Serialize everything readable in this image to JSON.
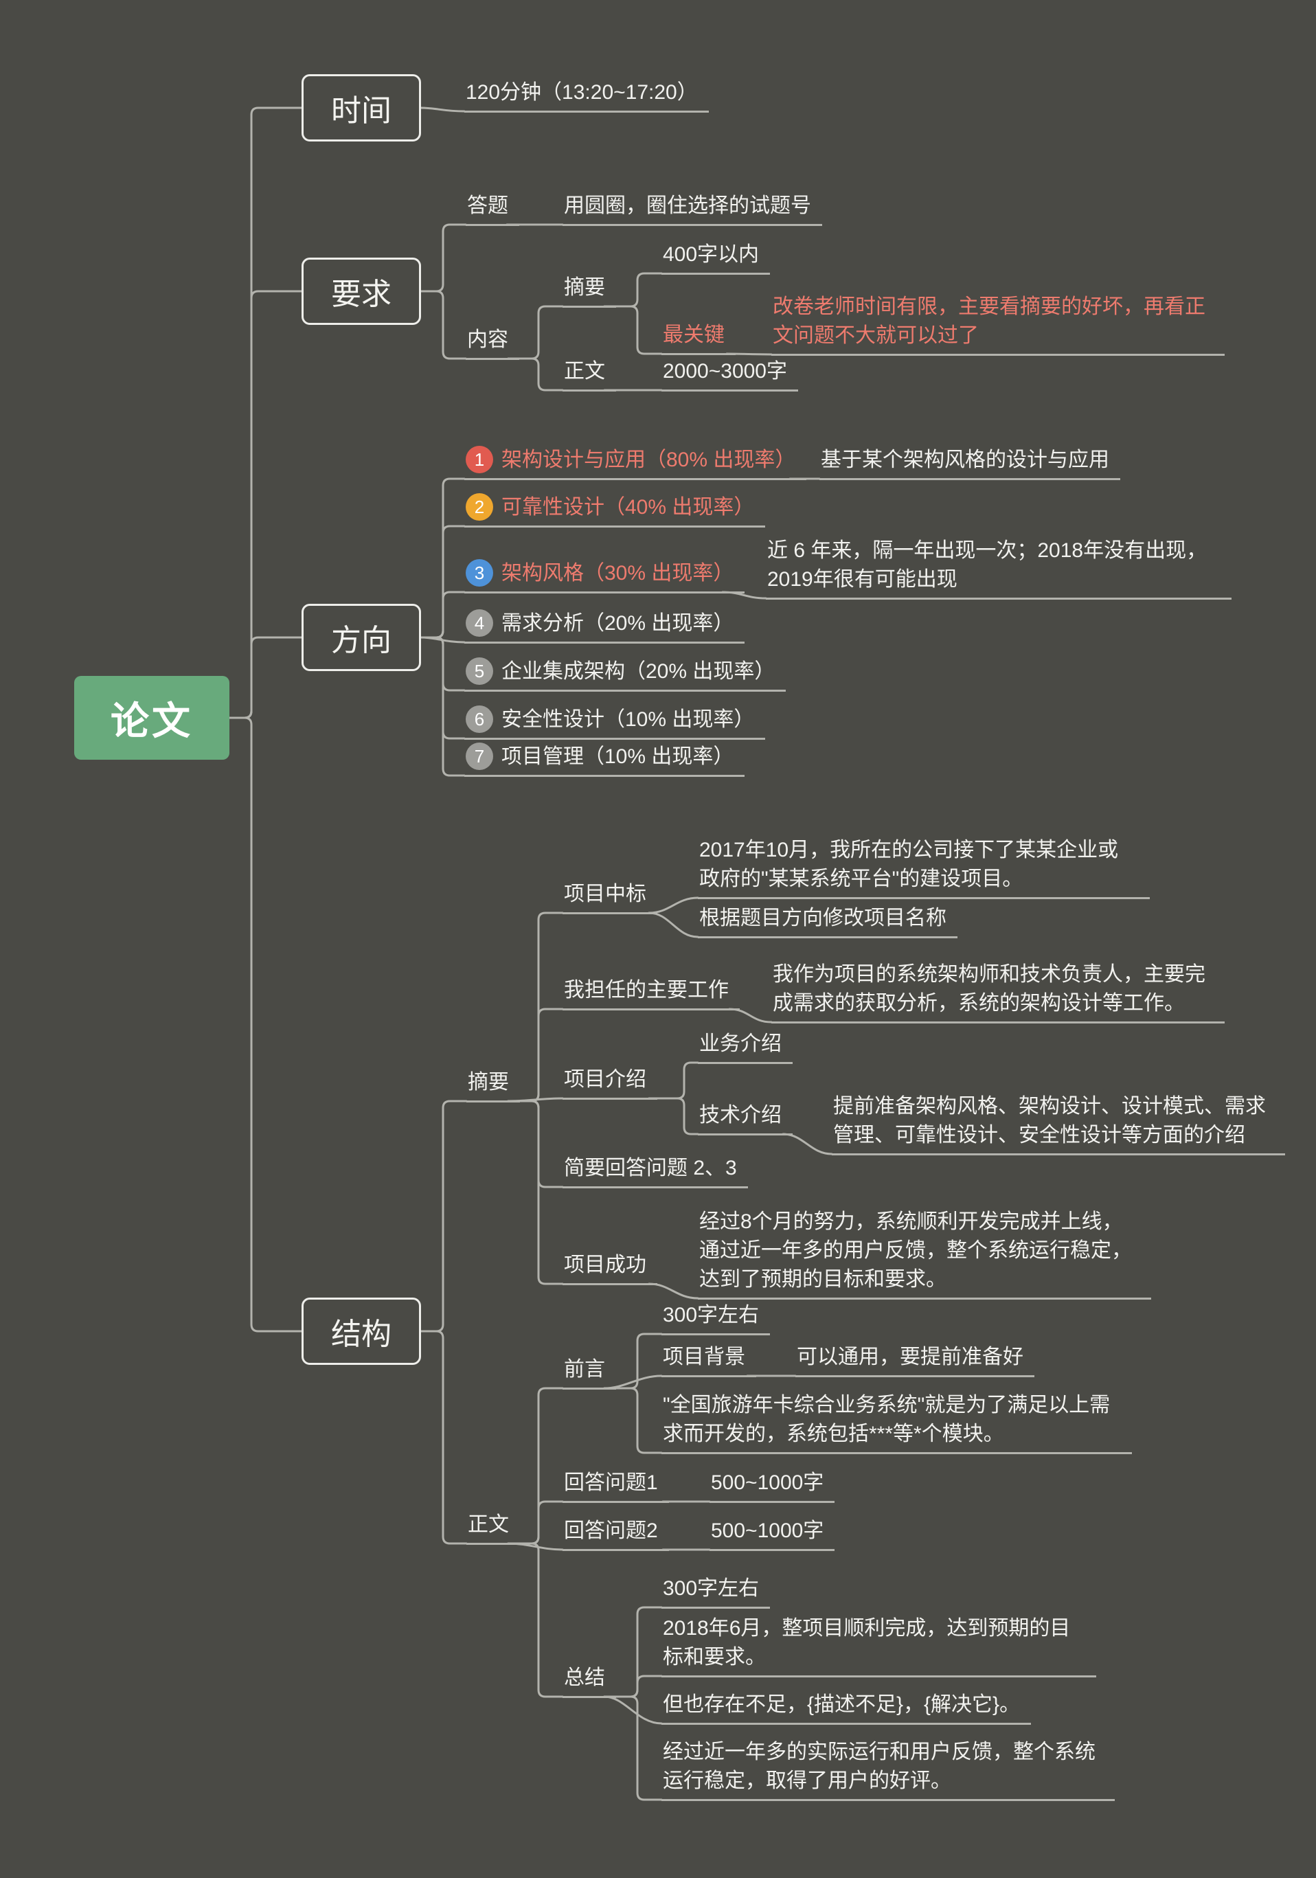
{
  "root": {
    "label": "论文"
  },
  "time": {
    "label": "时间",
    "note": "120分钟（13:20~17:20）"
  },
  "req": {
    "label": "要求",
    "answer": "答题",
    "answer_note": "用圆圈，圈住选择的试题号",
    "content": "内容",
    "abstract": "摘要",
    "abstract_limit": "400字以内",
    "key": "最关键",
    "key_note": "改卷老师时间有限，主要看摘要的好坏，再看正文问题不大就可以过了",
    "body": "正文",
    "body_limit": "2000~3000字"
  },
  "direction": {
    "label": "方向",
    "items": [
      {
        "num": "1",
        "label": "架构设计与应用（80% 出现率）",
        "circle_color": "#e15b50",
        "label_color": "#ee7b6e"
      },
      {
        "num": "2",
        "label": "可靠性设计（40% 出现率）",
        "circle_color": "#efa72e",
        "label_color": "#ee7b6e"
      },
      {
        "num": "3",
        "label": "架构风格（30% 出现率）",
        "circle_color": "#4e92d9",
        "label_color": "#ee7b6e"
      },
      {
        "num": "4",
        "label": "需求分析（20% 出现率）",
        "circle_color": "#9d9d99",
        "label_color": "#f2f2ef"
      },
      {
        "num": "5",
        "label": "企业集成架构（20% 出现率）",
        "circle_color": "#9d9d99",
        "label_color": "#f2f2ef"
      },
      {
        "num": "6",
        "label": "安全性设计（10% 出现率）",
        "circle_color": "#9d9d99",
        "label_color": "#f2f2ef"
      },
      {
        "num": "7",
        "label": "项目管理（10% 出现率）",
        "circle_color": "#9d9d99",
        "label_color": "#f2f2ef"
      }
    ],
    "item1_note": "基于某个架构风格的设计与应用",
    "item3_note": "近 6 年来，隔一年出现一次；2018年没有出现，2019年很有可能出现"
  },
  "structure": {
    "label": "结构",
    "abstract": {
      "label": "摘要",
      "win": "项目中标",
      "win_note1": "2017年10月，我所在的公司接下了某某企业或政府的\"某某系统平台\"的建设项目。",
      "win_note2": "根据题目方向修改项目名称",
      "role": "我担任的主要工作",
      "role_note": "我作为项目的系统架构师和技术负责人，主要完成需求的获取分析，系统的架构设计等工作。",
      "intro": "项目介绍",
      "intro_business": "业务介绍",
      "intro_tech": "技术介绍",
      "intro_tech_note": "提前准备架构风格、架构设计、设计模式、需求管理、可靠性设计、安全性设计等方面的介绍",
      "brief": "简要回答问题 2、3",
      "success": "项目成功",
      "success_note": "经过8个月的努力，系统顺利开发完成并上线，通过近一年多的用户反馈，整个系统运行稳定，达到了预期的目标和要求。"
    },
    "body": {
      "label": "正文",
      "preface": "前言",
      "preface_limit": "300字左右",
      "background": "项目背景",
      "background_note": "可以通用，要提前准备好",
      "preface_note": "\"全国旅游年卡综合业务系统\"就是为了满足以上需求而开发的，系统包括***等*个模块。",
      "q1": "回答问题1",
      "q1_limit": "500~1000字",
      "q2": "回答问题2",
      "q2_limit": "500~1000字",
      "summary": "总结",
      "summary_limit": "300字左右",
      "summary_note1": "2018年6月，整项目顺利完成，达到预期的目标和要求。",
      "summary_note2": "但也存在不足，{描述不足}，{解决它}。",
      "summary_note3": "经过近一年多的实际运行和用户反馈，整个系统运行稳定，取得了用户的好评。"
    }
  },
  "colors": {
    "background": "#4a4a45",
    "root_fill": "#68aa7c",
    "connector_line": "#b3b3ad",
    "text": "#f2f2ef",
    "emphasis_text": "#ee7b6e",
    "badge_red": "#e15b50",
    "badge_amber": "#efa72e",
    "badge_blue": "#4e92d9",
    "badge_gray": "#9d9d99"
  }
}
